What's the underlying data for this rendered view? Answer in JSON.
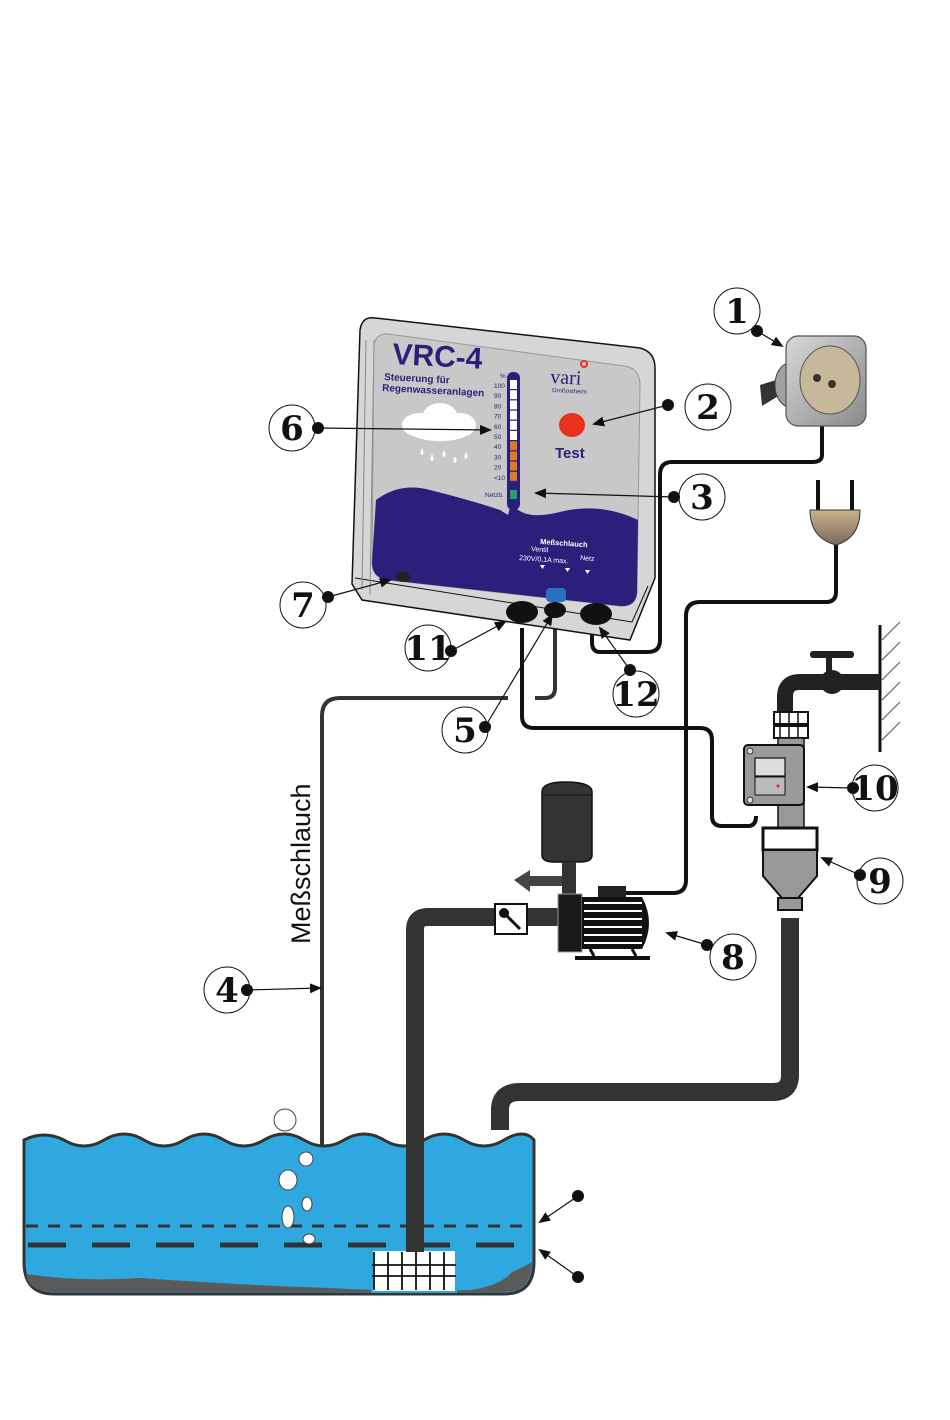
{
  "device": {
    "model": "VRC-4",
    "subtitle_line1": "Steuerung für",
    "subtitle_line2": "Regenwasseranlagen",
    "brand": "vari",
    "brand_sub": "Großostheim",
    "test_label": "Test",
    "scale_unit": "%",
    "scale_labels": [
      "100",
      "90",
      "80",
      "70",
      "60",
      "50",
      "40",
      "30",
      "20",
      "<10"
    ],
    "scale_bottom_label": "Netzb.",
    "scale_segments": {
      "white": 6,
      "orange": 4,
      "green": 1
    },
    "port_labels": {
      "hose": "Meßschlauch",
      "valve": "Ventil",
      "valve_rating": "230V/0,1A max.",
      "mains": "Netz"
    }
  },
  "hose_label": "Meßschlauch",
  "callouts": [
    {
      "id": "1",
      "label": "1",
      "target": "power-socket"
    },
    {
      "id": "2",
      "label": "2",
      "target": "test-button"
    },
    {
      "id": "3",
      "label": "3",
      "target": "level-display"
    },
    {
      "id": "4",
      "label": "4",
      "target": "measuring-hose"
    },
    {
      "id": "5",
      "label": "5",
      "target": "hose-port"
    },
    {
      "id": "6",
      "label": "6",
      "target": "panel-indicator"
    },
    {
      "id": "7",
      "label": "7",
      "target": "side-port"
    },
    {
      "id": "8",
      "label": "8",
      "target": "pump"
    },
    {
      "id": "9",
      "label": "9",
      "target": "hopper-funnel"
    },
    {
      "id": "10",
      "label": "10",
      "target": "solenoid-valve"
    },
    {
      "id": "11",
      "label": "11",
      "target": "valve-cable-gland"
    },
    {
      "id": "12",
      "label": "12",
      "target": "mains-cable-gland"
    }
  ],
  "colors": {
    "panel_navy": "#2a1f7a",
    "panel_grey": "#c8c8c8",
    "water": "#2fa8e0",
    "sediment": "#5a5a5a",
    "pipe": "#333333",
    "test_red": "#e8301c",
    "scale_orange": "#e07a2a",
    "scale_green": "#2aa060",
    "plug_tan": "#b5a080"
  }
}
